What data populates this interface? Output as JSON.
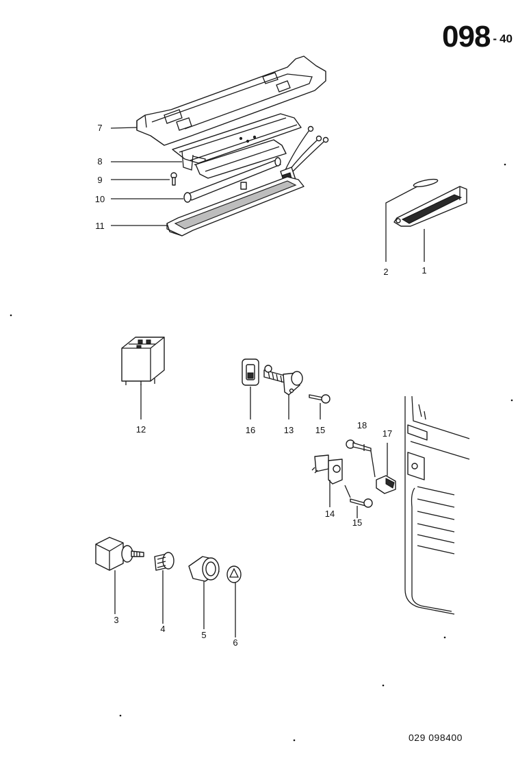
{
  "page": {
    "number": "098",
    "sub_number": "40",
    "reference": "029  098400"
  },
  "callouts": [
    {
      "id": "7",
      "text": "7"
    },
    {
      "id": "8",
      "text": "8"
    },
    {
      "id": "9",
      "text": "9"
    },
    {
      "id": "10",
      "text": "10"
    },
    {
      "id": "11",
      "text": "11"
    },
    {
      "id": "2",
      "text": "2"
    },
    {
      "id": "1",
      "text": "1"
    },
    {
      "id": "12",
      "text": "12"
    },
    {
      "id": "16",
      "text": "16"
    },
    {
      "id": "13",
      "text": "13"
    },
    {
      "id": "15a",
      "text": "15"
    },
    {
      "id": "18",
      "text": "18"
    },
    {
      "id": "17",
      "text": "17"
    },
    {
      "id": "14",
      "text": "14"
    },
    {
      "id": "15b",
      "text": "15"
    },
    {
      "id": "3",
      "text": "3"
    },
    {
      "id": "4",
      "text": "4"
    },
    {
      "id": "5",
      "text": "5"
    },
    {
      "id": "6",
      "text": "6"
    }
  ]
}
